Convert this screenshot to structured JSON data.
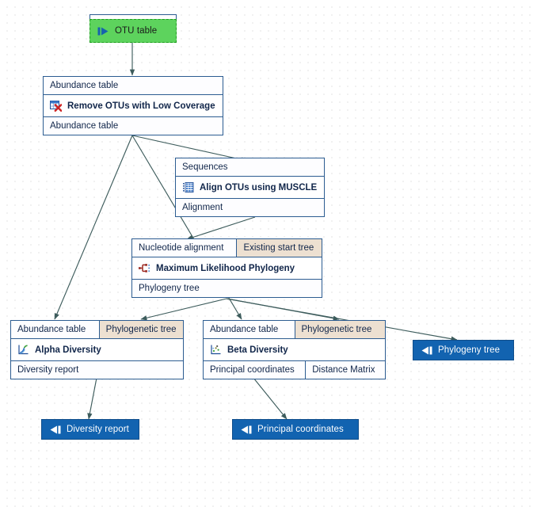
{
  "canvas": {
    "background_color": "#ffffff",
    "grid_dot_color": "#c8c8c8",
    "edge_color": "#3d5c5c",
    "input_node_color": "#5dd35d",
    "output_node_color": "#1263b0",
    "block_border_color": "#2c5c91",
    "unfilled_port_color": "#ede0d1"
  },
  "nodes": {
    "otu_table_input": {
      "label": "OTU table",
      "icon": "input-arrow-icon",
      "type": "workflow-input"
    },
    "remove_otus": {
      "tool": "Remove OTUs with Low Coverage",
      "icon": "table-delete-icon",
      "inputs": [
        {
          "label": "Abundance table",
          "filled": true
        }
      ],
      "outputs": [
        {
          "label": "Abundance table",
          "filled": true
        }
      ]
    },
    "align_muscle": {
      "tool": "Align OTUs using MUSCLE",
      "icon": "alignment-grid-icon",
      "inputs": [
        {
          "label": "Sequences",
          "filled": true
        }
      ],
      "outputs": [
        {
          "label": "Alignment",
          "filled": true
        }
      ]
    },
    "ml_phylogeny": {
      "tool": "Maximum Likelihood Phylogeny",
      "icon": "phylogeny-tree-icon",
      "inputs": [
        {
          "label": "Nucleotide alignment",
          "filled": true
        },
        {
          "label": "Existing start tree",
          "filled": false
        }
      ],
      "outputs": [
        {
          "label": "Phylogeny tree",
          "filled": true
        }
      ]
    },
    "alpha_diversity": {
      "tool": "Alpha Diversity",
      "icon": "line-chart-icon",
      "inputs": [
        {
          "label": "Abundance table",
          "filled": true
        },
        {
          "label": "Phylogenetic tree",
          "filled": false
        }
      ],
      "outputs": [
        {
          "label": "Diversity report",
          "filled": true
        }
      ]
    },
    "beta_diversity": {
      "tool": "Beta Diversity",
      "icon": "scatter-plot-icon",
      "inputs": [
        {
          "label": "Abundance table",
          "filled": true
        },
        {
          "label": "Phylogenetic tree",
          "filled": false
        }
      ],
      "outputs": [
        {
          "label": "Principal coordinates",
          "filled": true
        },
        {
          "label": "Distance Matrix",
          "filled": true
        }
      ]
    },
    "phylogeny_tree_output": {
      "label": "Phylogeny tree",
      "icon": "output-arrow-icon",
      "type": "workflow-output"
    },
    "diversity_report_output": {
      "label": "Diversity report",
      "icon": "output-arrow-icon",
      "type": "workflow-output"
    },
    "principal_coordinates_output": {
      "label": "Principal coordinates",
      "icon": "output-arrow-icon",
      "type": "workflow-output"
    }
  },
  "connections": [
    {
      "from": "otu_table_input",
      "to": "remove_otus.Abundance table"
    },
    {
      "from": "remove_otus.Abundance table",
      "to": "align_muscle.Sequences"
    },
    {
      "from": "remove_otus.Abundance table",
      "to": "alpha_diversity.Abundance table"
    },
    {
      "from": "remove_otus.Abundance table",
      "to": "beta_diversity.Abundance table"
    },
    {
      "from": "align_muscle.Alignment",
      "to": "ml_phylogeny.Nucleotide alignment"
    },
    {
      "from": "ml_phylogeny.Phylogeny tree",
      "to": "alpha_diversity.Phylogenetic tree"
    },
    {
      "from": "ml_phylogeny.Phylogeny tree",
      "to": "beta_diversity.Phylogenetic tree"
    },
    {
      "from": "ml_phylogeny.Phylogeny tree",
      "to": "phylogeny_tree_output"
    },
    {
      "from": "alpha_diversity.Diversity report",
      "to": "diversity_report_output"
    },
    {
      "from": "beta_diversity.Principal coordinates",
      "to": "principal_coordinates_output"
    }
  ]
}
